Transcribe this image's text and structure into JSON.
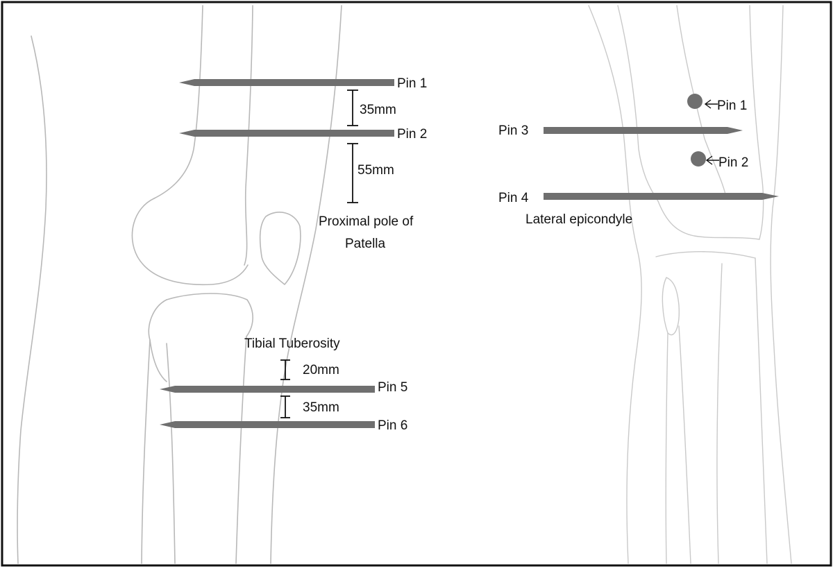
{
  "colors": {
    "pin": "#6f6f6f",
    "sketch": "#b8b8b8",
    "frame": "#111111",
    "text": "#111111"
  },
  "left_view": {
    "pins": [
      {
        "id": "pin1",
        "label": "Pin 1"
      },
      {
        "id": "pin2",
        "label": "Pin 2"
      },
      {
        "id": "pin5",
        "label": "Pin 5"
      },
      {
        "id": "pin6",
        "label": "Pin 6"
      }
    ],
    "dimensions": {
      "pin1_pin2": "35mm",
      "pin2_patella": "55mm",
      "tuberosity_pin5": "20mm",
      "pin5_pin6": "35mm"
    },
    "landmarks": {
      "patella_line1": "Proximal pole of",
      "patella_line2": "Patella",
      "tibial_tuberosity": "Tibial Tuberosity"
    }
  },
  "right_view": {
    "pins": [
      {
        "id": "pin3",
        "label": "Pin 3"
      },
      {
        "id": "pin4",
        "label": "Pin 4"
      }
    ],
    "end_on_pins": [
      {
        "id": "pin1",
        "label": "Pin 1"
      },
      {
        "id": "pin2",
        "label": "Pin 2"
      }
    ],
    "landmarks": {
      "lateral_epicondyle": "Lateral epicondyle"
    }
  }
}
